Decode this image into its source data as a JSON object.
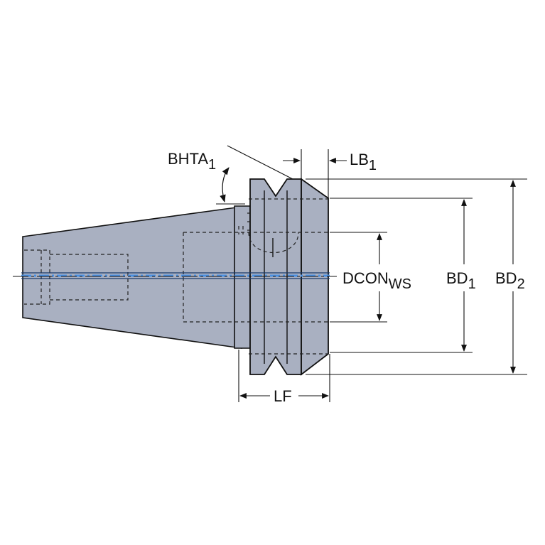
{
  "colors": {
    "body": "#a9b0c1",
    "outline": "#111111",
    "hidden_line": "#222222",
    "coolant": "#4a90e2",
    "background": "#ffffff"
  },
  "labels": {
    "bhta1": {
      "main": "BHTA",
      "sub": "1"
    },
    "lb1": {
      "main": "LB",
      "sub": "1"
    },
    "dcon": {
      "main": "DCON",
      "sub": "WS"
    },
    "bd1": {
      "main": "BD",
      "sub": "1"
    },
    "bd2": {
      "main": "BD",
      "sub": "2"
    },
    "lf": {
      "main": "LF"
    }
  }
}
